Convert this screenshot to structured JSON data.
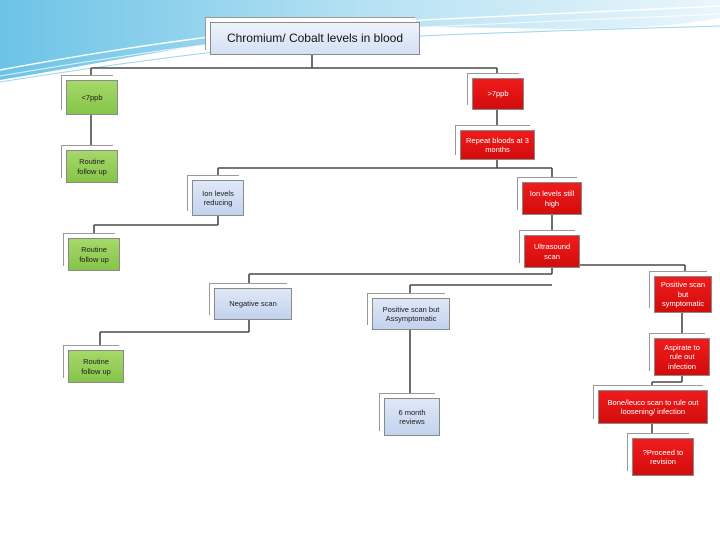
{
  "diagram": {
    "title": "Chromium/ Cobalt levels in blood",
    "nodes": {
      "low": "<7ppb",
      "high": ">7ppb",
      "routine1": "Routine follow up",
      "repeat": "Repeat bloods at 3 months",
      "reducing": "Ion levels reducing",
      "still_high": "Ion levels still high",
      "routine2": "Routine follow up",
      "ultrasound": "Ultrasound scan",
      "negative": "Negative scan",
      "pos_asym": "Positive scan but Assymptomatic",
      "pos_sym": "Positive scan but symptomatic",
      "routine3": "Routine follow up",
      "aspirate": "Aspirate to rule out infection",
      "bone_scan": "Bone/leuco scan to rule out loosening/ infection",
      "reviews": "6 month reviews",
      "revision": "?Proceed to revision"
    },
    "colors": {
      "normal": "#c3d3ee",
      "safe": "#86c44a",
      "alert": "#e01010",
      "decor_wave": "#4fb3d9"
    }
  }
}
